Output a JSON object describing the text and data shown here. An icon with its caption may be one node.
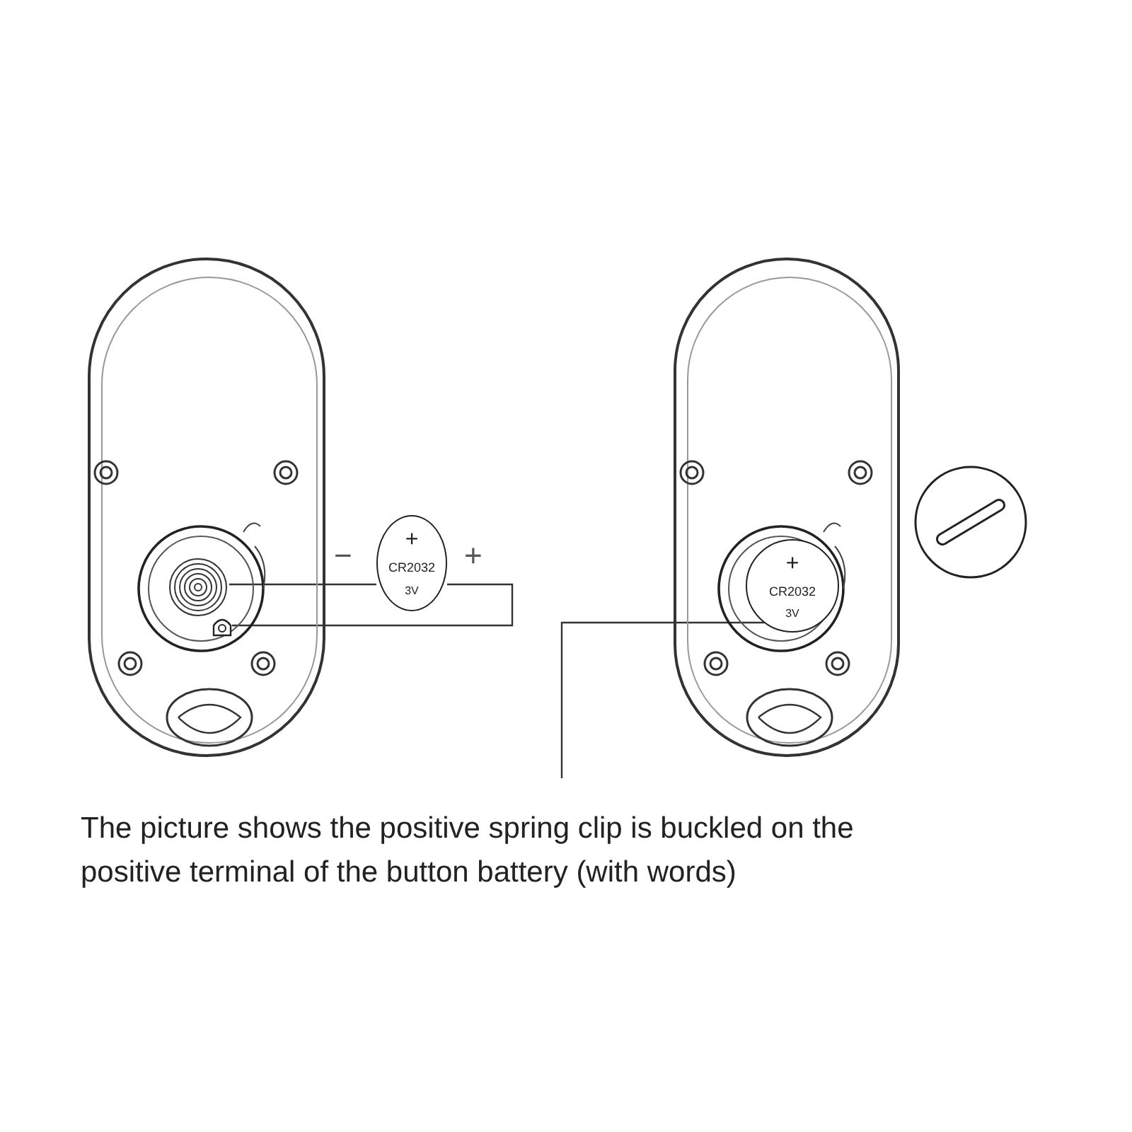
{
  "diagram": {
    "caption": "The picture shows the positive spring clip is buckled on the positive terminal of the button battery (with words)",
    "nodes": [
      {
        "text": [],
        "shape": "box"
      },
      {
        "text": [],
        "shape": "circle",
        "in": 0
      },
      {
        "text": [],
        "shape": "clip",
        "in": 0
      },
      {
        "text": [
          "+",
          "CR2032",
          "3V"
        ],
        "beside": [
          "−",
          "+"
        ]
      },
      {
        "text": [],
        "shape": "box"
      },
      {
        "text": [
          "+",
          "CR2032",
          "3V"
        ],
        "in": 4
      },
      {
        "text": [],
        "shape": "circle"
      }
    ],
    "edges": [
      {
        "from": 1,
        "to": 3,
        "arrow": "none"
      },
      {
        "from": 3,
        "to": 2,
        "arrow": "none"
      },
      {
        "from": null,
        "to": 5,
        "arrow": "none"
      }
    ]
  }
}
